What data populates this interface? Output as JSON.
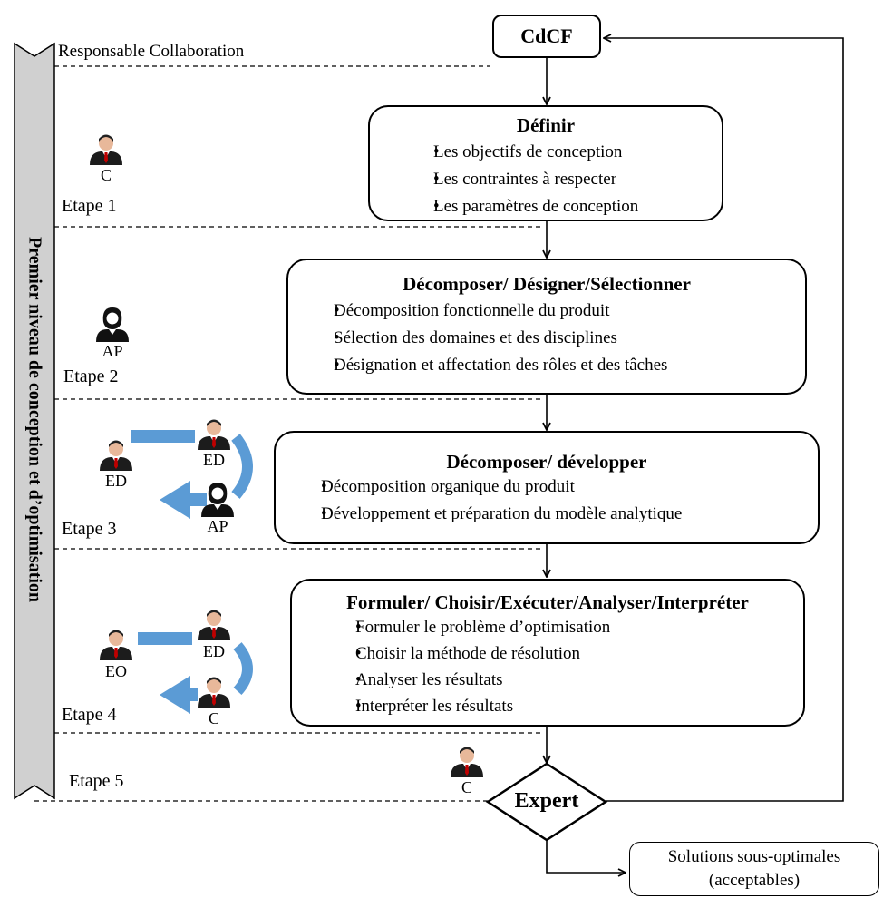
{
  "header": {
    "responsable": "Responsable  Collaboration"
  },
  "side_banner": "Premier niveau de conception et d’optimisation",
  "start": "CdCF",
  "expert": "Expert",
  "final_output": [
    "Solutions sous-optimales",
    "(acceptables)"
  ],
  "steps": [
    {
      "label": "Etape 1",
      "roles": [
        "C"
      ]
    },
    {
      "label": "Etape 2",
      "roles": [
        "AP"
      ]
    },
    {
      "label": "Etape 3",
      "roles": [
        "ED",
        "ED",
        "AP"
      ]
    },
    {
      "label": "Etape 4",
      "roles": [
        "EO",
        "ED",
        "C"
      ]
    },
    {
      "label": "Etape 5",
      "roles": [
        "C"
      ]
    }
  ],
  "boxes": [
    {
      "title": "Définir",
      "items": [
        "Les objectifs de conception",
        "Les contraintes à respecter",
        "Les paramètres de conception"
      ]
    },
    {
      "title": "Décomposer/ Désigner/Sélectionner",
      "items": [
        "Décomposition fonctionnelle du produit",
        "Sélection des domaines et des disciplines",
        "Désignation et affectation des rôles et des tâches"
      ]
    },
    {
      "title": "Décomposer/ développer",
      "items": [
        "Décomposition organique du produit",
        "Développement et préparation du modèle analytique"
      ]
    },
    {
      "title": "Formuler/ Choisir/Exécuter/Analyser/Interpréter",
      "items": [
        "Formuler le problème d’optimisation",
        "Choisir la méthode de résolution",
        "Analyser les résultats",
        "Interpréter les résultats"
      ]
    }
  ],
  "colors": {
    "arrow_blue": "#5b9bd5",
    "banner_gray": "#d0d0d0",
    "tie_red": "#c00000"
  }
}
